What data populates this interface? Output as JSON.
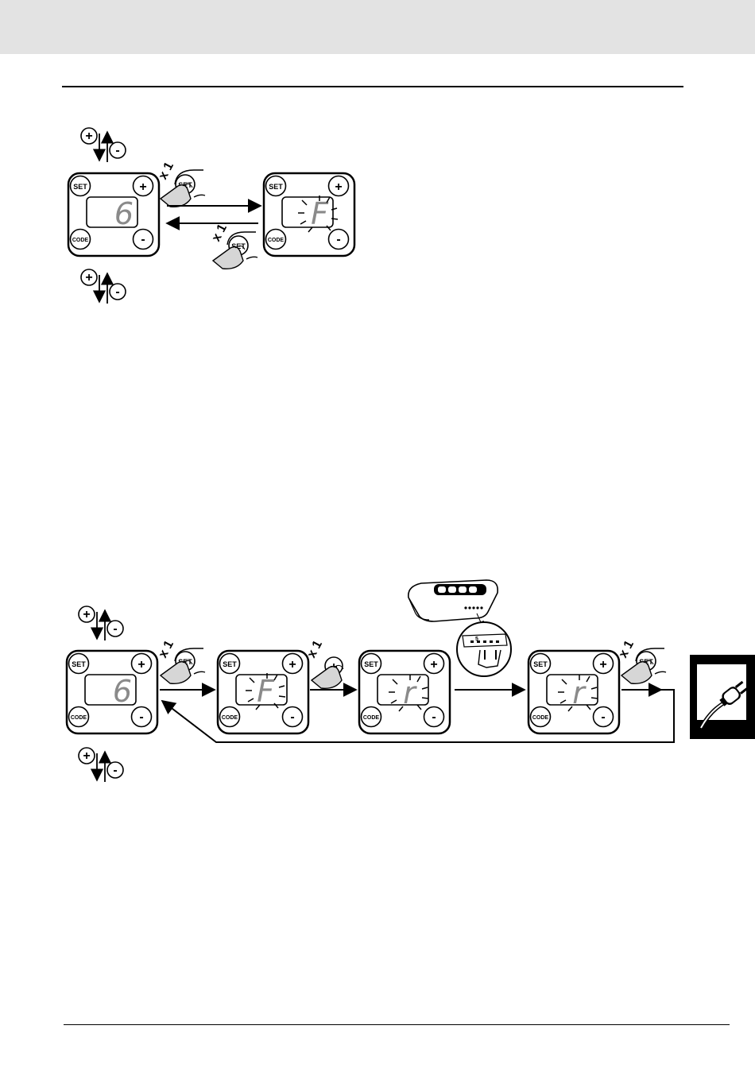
{
  "labels": {
    "set": "SET",
    "code": "CODE",
    "plus": "+",
    "minus": "-",
    "times_one": "x 1"
  },
  "displays": {
    "normal": "6",
    "function": "F",
    "remote": "r"
  },
  "remote": {
    "code_label": "5"
  },
  "icons": {
    "plug": "power-plug-icon",
    "finger": "finger-press-icon",
    "remote": "remote-control-icon"
  },
  "colors": {
    "top_band": "#e3e3e3",
    "display_digit": "#8a8a8a",
    "line": "#000000",
    "tab": "#000000"
  }
}
